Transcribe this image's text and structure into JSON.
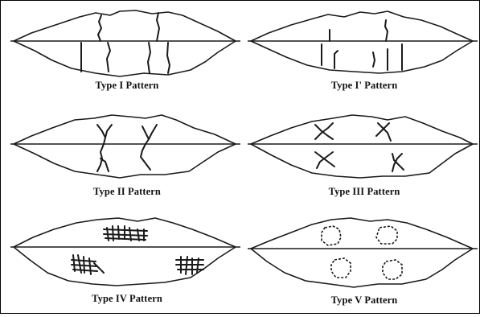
{
  "captions": {
    "type1": "Type I Pattern",
    "type1p": "Type I' Pattern",
    "type2": "Type II Pattern",
    "type3": "Type III Pattern",
    "type4": "Type IV Pattern",
    "type5": "Type V Pattern"
  }
}
